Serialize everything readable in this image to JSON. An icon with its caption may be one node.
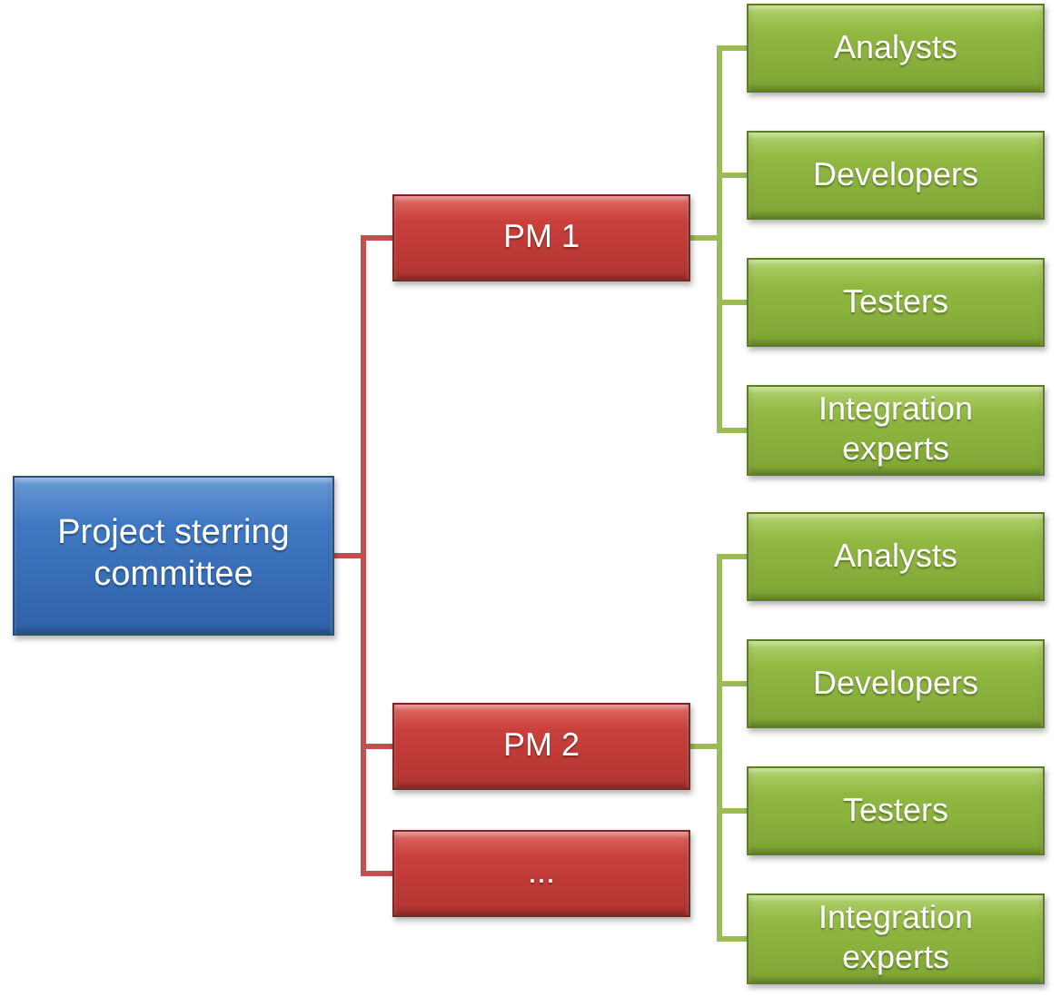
{
  "diagram": {
    "nodes": [
      {
        "text": [
          "Project sterring committee"
        ]
      },
      {
        "text": [
          "PM 1"
        ]
      },
      {
        "text": [
          "PM 2"
        ]
      },
      {
        "text": [
          "..."
        ]
      },
      {
        "text": [
          "Analysts"
        ]
      },
      {
        "text": [
          "Developers"
        ]
      },
      {
        "text": [
          "Testers"
        ]
      },
      {
        "text": [
          "Integration experts"
        ]
      },
      {
        "text": [
          "Analysts"
        ]
      },
      {
        "text": [
          "Developers"
        ]
      },
      {
        "text": [
          "Testers"
        ]
      },
      {
        "text": [
          "Integration experts"
        ]
      }
    ],
    "edges": [
      {
        "from": 0,
        "to": 1,
        "arrow": "none",
        "color": "#c0504d"
      },
      {
        "from": 0,
        "to": 2,
        "arrow": "none",
        "color": "#c0504d"
      },
      {
        "from": 0,
        "to": 3,
        "arrow": "none",
        "color": "#c0504d"
      },
      {
        "from": 1,
        "to": 4,
        "arrow": "none"
      },
      {
        "from": 1,
        "to": 5,
        "arrow": "none"
      },
      {
        "from": 1,
        "to": 6,
        "arrow": "none"
      },
      {
        "from": 1,
        "to": 7,
        "arrow": "none"
      },
      {
        "from": 2,
        "to": 8,
        "arrow": "none"
      },
      {
        "from": 2,
        "to": 9,
        "arrow": "none"
      },
      {
        "from": 2,
        "to": 10,
        "arrow": "none"
      },
      {
        "from": 2,
        "to": 11,
        "arrow": "none"
      }
    ]
  }
}
